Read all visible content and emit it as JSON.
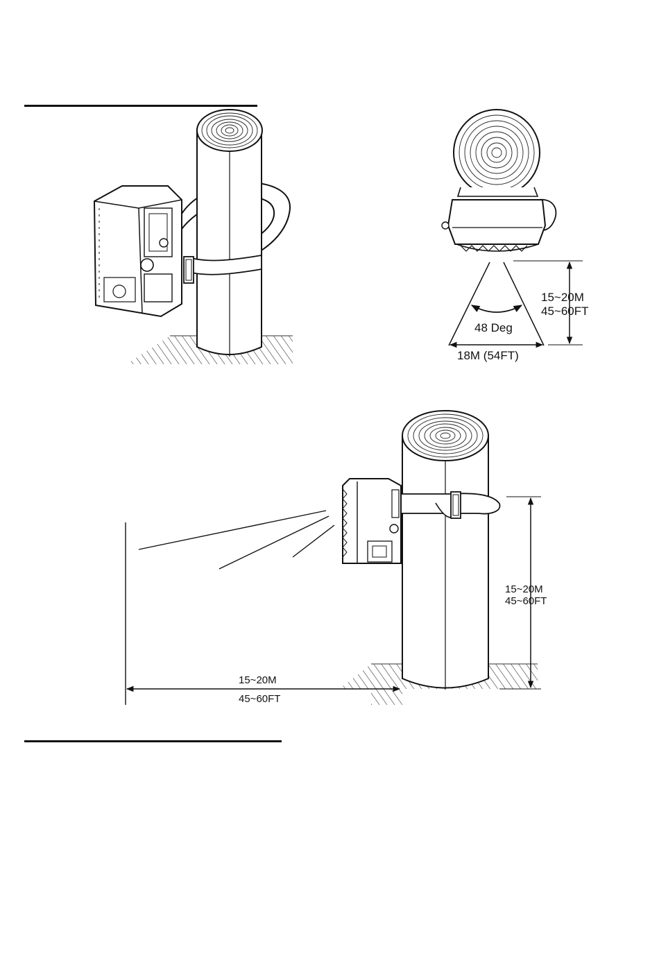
{
  "top_view": {
    "angle_label": "48 Deg",
    "width_label": "18M (54FT)",
    "range_m": "15~20M",
    "range_ft": "45~60FT"
  },
  "side_view": {
    "height_m": "15~20M",
    "height_ft": "45~60FT",
    "distance_m": "15~20M",
    "distance_ft": "45~60FT"
  },
  "colors": {
    "ink": "#111111",
    "paper": "#ffffff"
  }
}
